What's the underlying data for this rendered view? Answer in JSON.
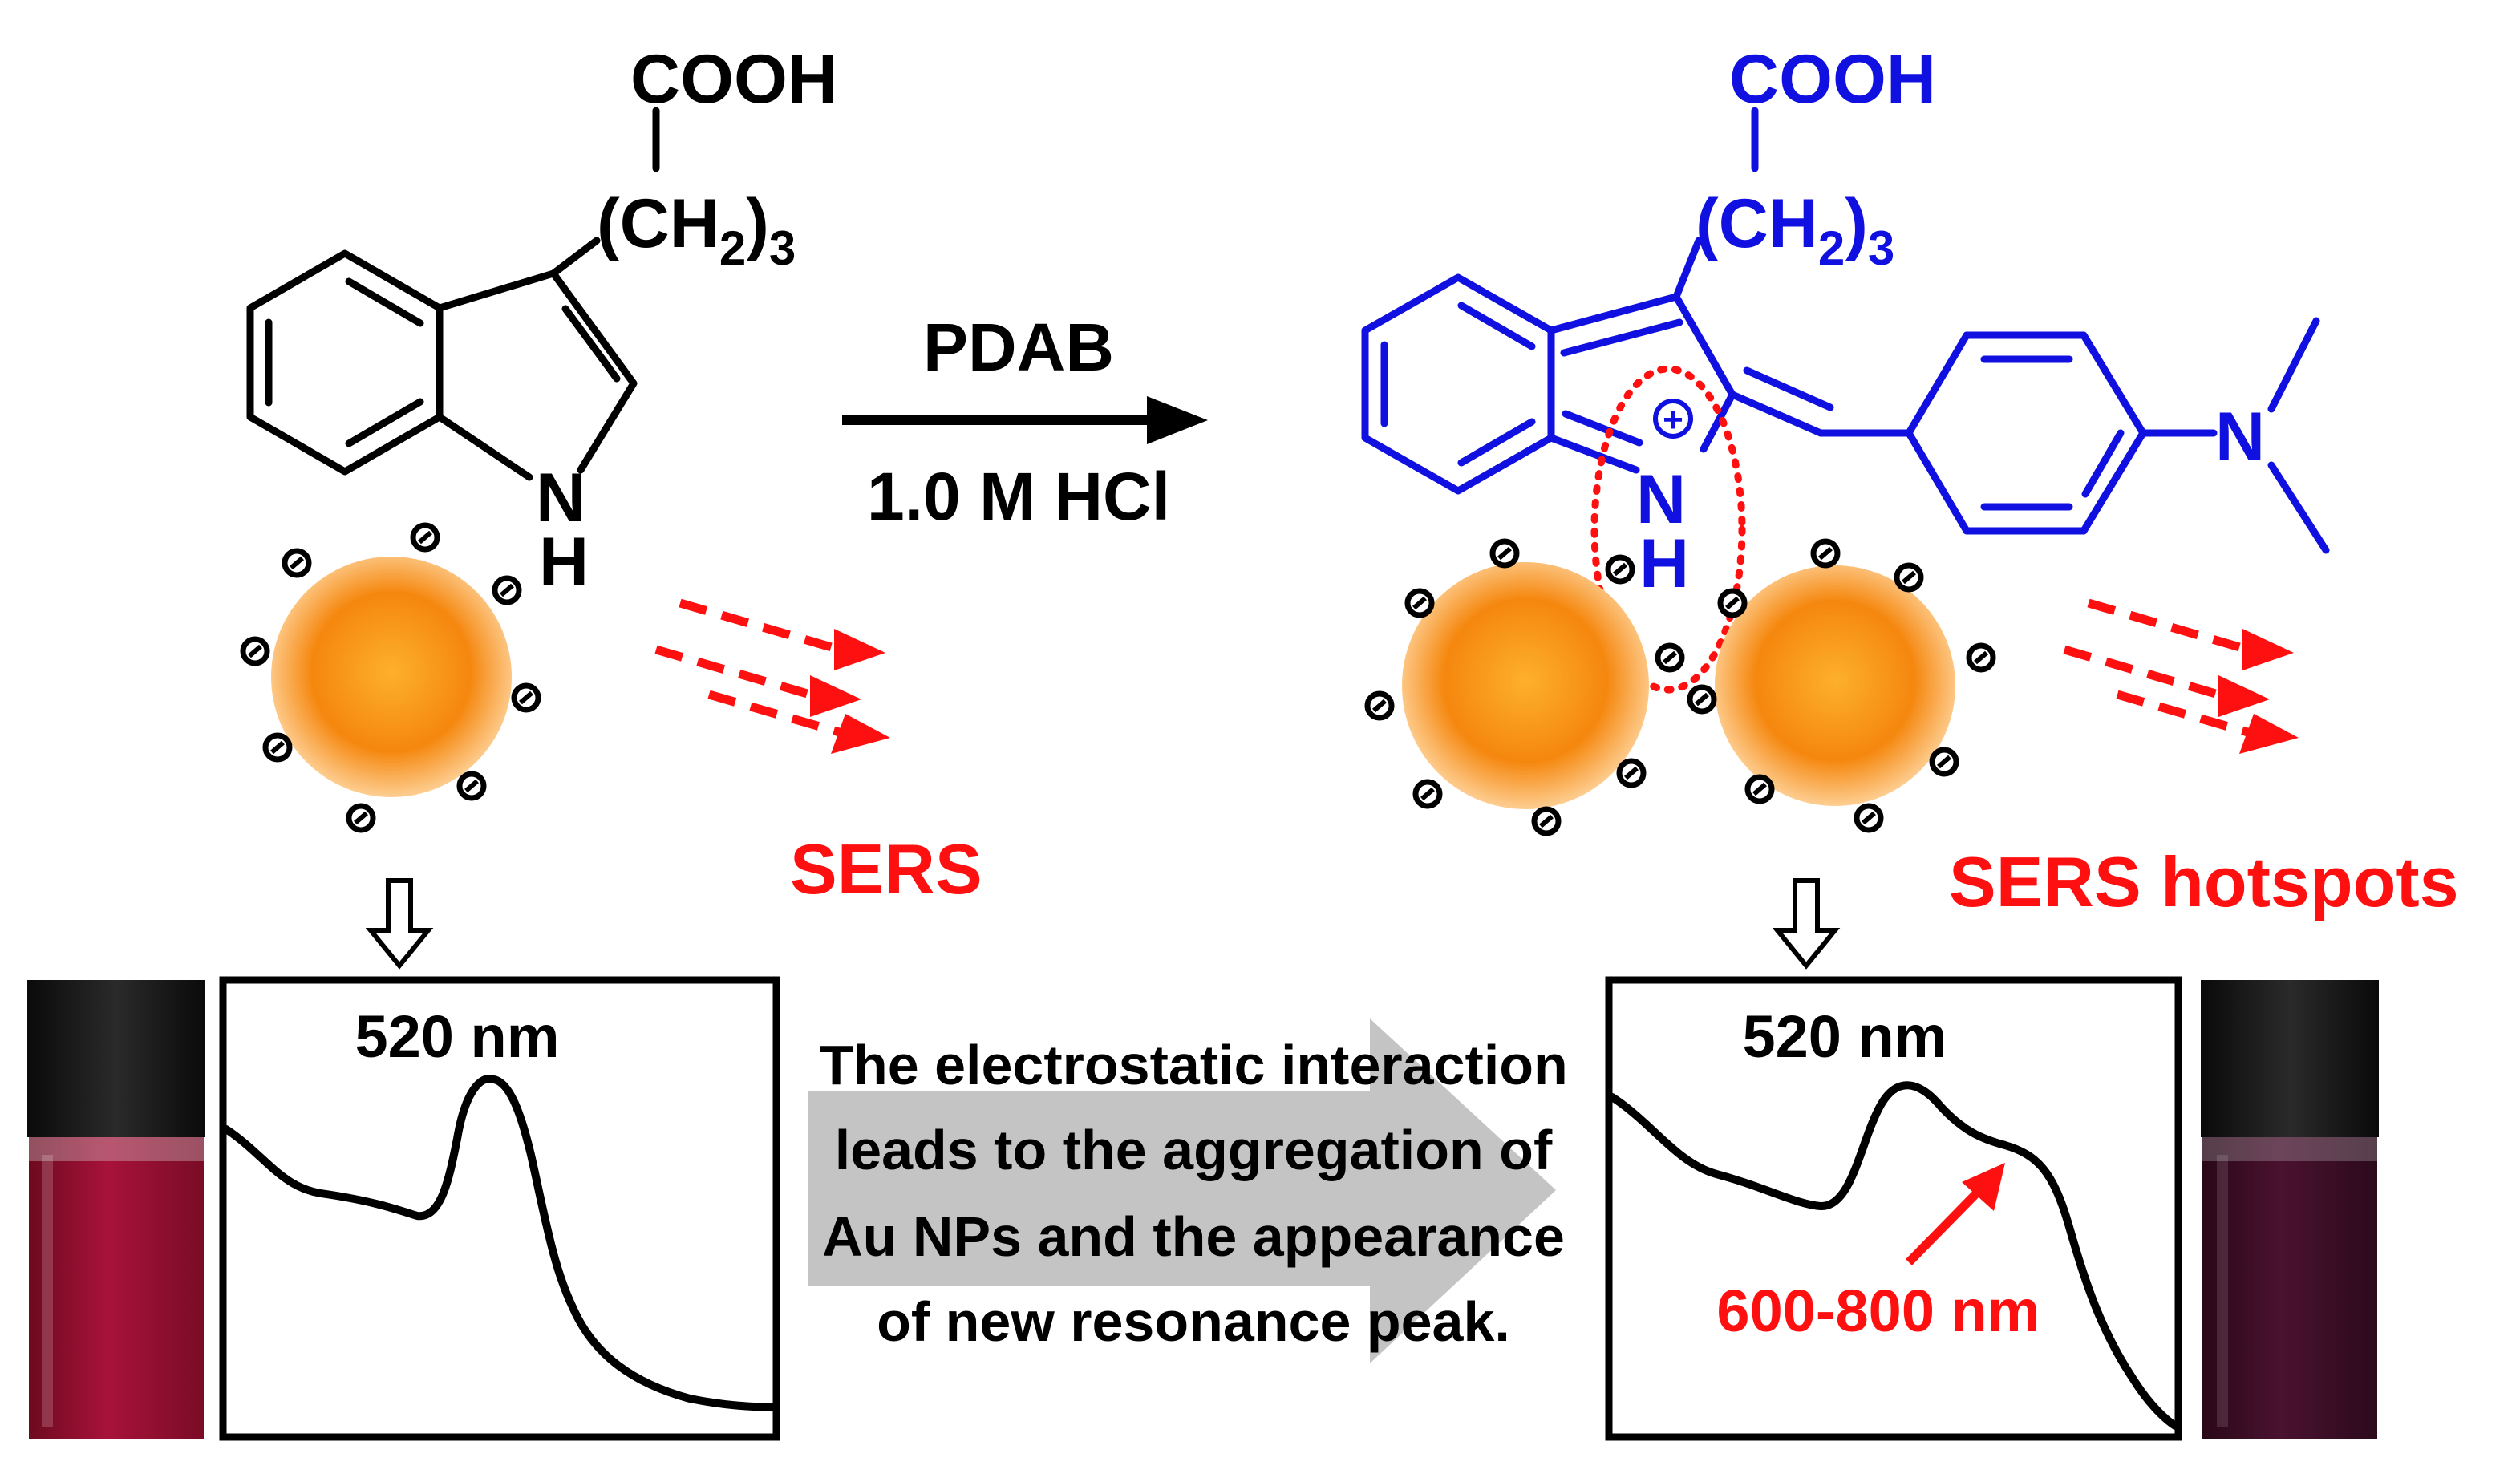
{
  "reactant": {
    "cooh": "COOH",
    "chain_open": "(CH",
    "chain_sub": "2",
    "chain_close": ")",
    "chain_count": "3",
    "nitrogen": "N",
    "hydrogen": "H"
  },
  "reaction": {
    "reagent": "PDAB",
    "condition": "1.0 M HCl"
  },
  "product": {
    "cooh": "COOH",
    "chain_open": "(CH",
    "chain_sub": "2",
    "chain_close": ")",
    "chain_count": "3",
    "nitrogen": "N",
    "hydrogen": "H",
    "charge": "+",
    "dimethylamine_n": "N"
  },
  "labels": {
    "sers_left": "SERS",
    "sers_right": "SERS hotspots"
  },
  "left_spectrum": {
    "peak_label": "520 nm"
  },
  "right_spectrum": {
    "peak_label": "520 nm",
    "shoulder_label": "600-800 nm"
  },
  "center_text": {
    "line1": "The electrostatic interaction",
    "line2": "leads to the aggregation of",
    "line3": "Au NPs and the appearance",
    "line4": "of new resonance peak."
  },
  "colors": {
    "product": "#1010e0",
    "accent_red": "#ff1010",
    "vial_left": "#9c0f2e",
    "vial_right": "#3c0d28",
    "np_orange": "#f58a10",
    "arrow_gray": "#c4c4c4"
  }
}
